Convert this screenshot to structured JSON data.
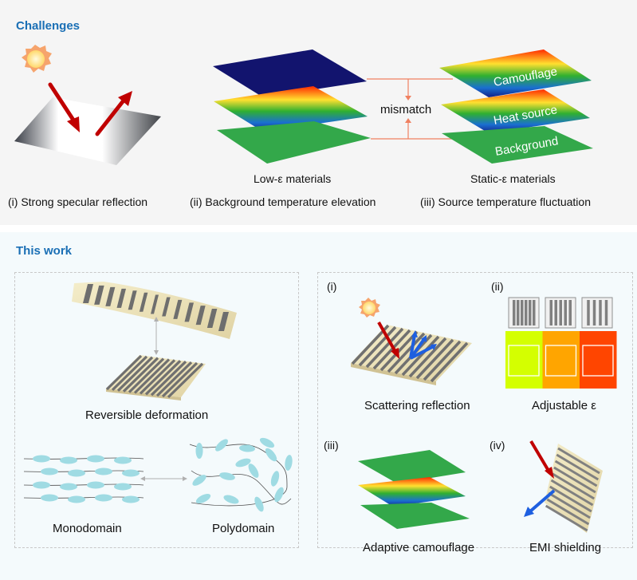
{
  "challenges": {
    "title": "Challenges",
    "mismatch_label": "mismatch",
    "layer_labels": {
      "camouflage": "Camouflage",
      "heat_source": "Heat source",
      "background": "Background"
    },
    "material_labels": {
      "low": "Low-ε materials",
      "static": "Static-ε materials"
    },
    "captions": [
      "(i) Strong specular reflection",
      "(ii) Background temperature elevation",
      "(iii) Source temperature fluctuation"
    ]
  },
  "this_work": {
    "title": "This work",
    "left_panel": {
      "deformation_caption": "Reversible deformation",
      "monodomain_label": "Monodomain",
      "polydomain_label": "Polydomain"
    },
    "right_panel": {
      "items": [
        {
          "index": "(i)",
          "caption": "Scattering reflection"
        },
        {
          "index": "(ii)",
          "caption": "Adjustable ε"
        },
        {
          "index": "(iii)",
          "caption": "Adaptive camouflage"
        },
        {
          "index": "(iv)",
          "caption": "EMI shielding"
        }
      ],
      "emissivity_colors": [
        "#d4ff00",
        "#ffa500",
        "#ff4500"
      ]
    }
  },
  "colors": {
    "accent": "#1a6fb5",
    "arrow_red": "#c00000",
    "arrow_blue": "#1e5fe0",
    "background_green": "#33a84a",
    "navy": "#12146e",
    "mismatch_line": "#f08060"
  }
}
